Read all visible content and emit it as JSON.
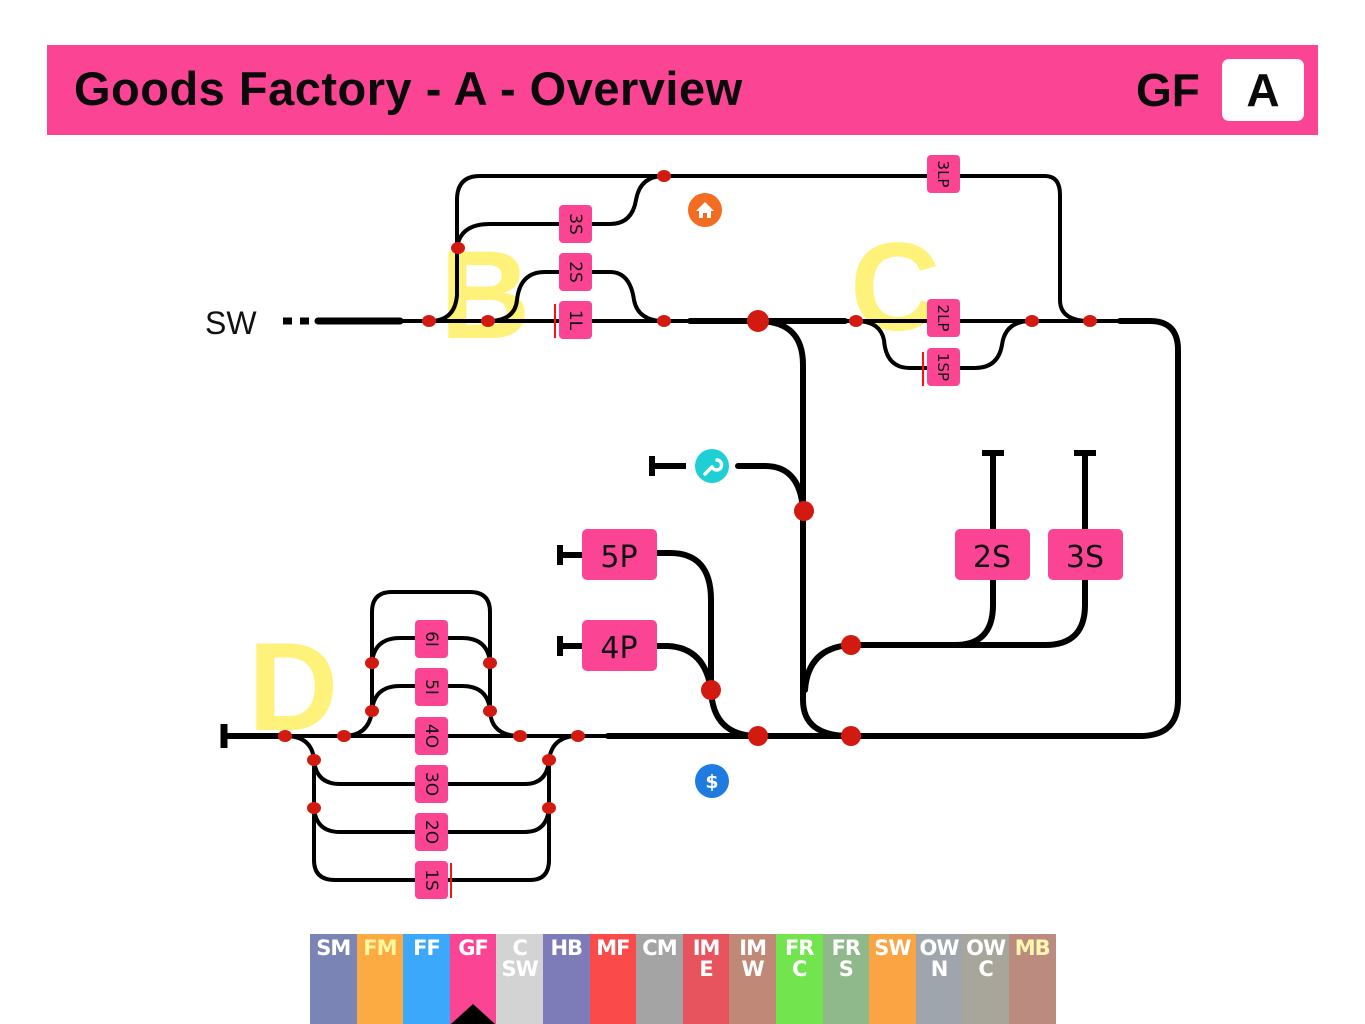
{
  "header": {
    "title": "Goods Factory - A - Overview",
    "code": "GF",
    "section": "A",
    "color": "#fc4494"
  },
  "diagram": {
    "area_labels": [
      "B",
      "C",
      "D"
    ],
    "area_label_color": "#fff27a",
    "external_link": "SW",
    "track_labels_vertical": [
      "3S",
      "2S",
      "1L",
      "3LP",
      "2LP",
      "1SP",
      "6I",
      "5I",
      "4O",
      "3O",
      "2O",
      "1S"
    ],
    "track_labels_horizontal": [
      "5P",
      "4P",
      "2S",
      "3S"
    ],
    "icons": {
      "home": {
        "name": "home-icon",
        "color": "#f26c22"
      },
      "wrench": {
        "name": "wrench-icon",
        "color": "#1fcfd6"
      },
      "dollar": {
        "name": "dollar-icon",
        "color": "#1f7be0"
      }
    },
    "track_color": "#000000",
    "node_color": "#d21a10",
    "label_color": "#fc4494"
  },
  "nav": {
    "tabs": [
      {
        "label": [
          "SM"
        ],
        "color": "#7b85b5",
        "text_color": "#ffffff"
      },
      {
        "label": [
          "FM"
        ],
        "color": "#fbab42",
        "text_color": "#fff7a0"
      },
      {
        "label": [
          "FF"
        ],
        "color": "#3ba8fb",
        "text_color": "#ffffff"
      },
      {
        "label": [
          "GF"
        ],
        "color": "#fc4494",
        "text_color": "#ffffff",
        "active": true
      },
      {
        "label": [
          "C",
          "SW"
        ],
        "color": "#d3d3d3",
        "text_color": "#ffffff"
      },
      {
        "label": [
          "HB"
        ],
        "color": "#7e7cb8",
        "text_color": "#ffffff"
      },
      {
        "label": [
          "MF"
        ],
        "color": "#fb4a4a",
        "text_color": "#ffffff"
      },
      {
        "label": [
          "CM"
        ],
        "color": "#a4a4a4",
        "text_color": "#ffffff"
      },
      {
        "label": [
          "IM",
          "E"
        ],
        "color": "#e7545e",
        "text_color": "#ffffff"
      },
      {
        "label": [
          "IM",
          "W"
        ],
        "color": "#bf8877",
        "text_color": "#ffffff"
      },
      {
        "label": [
          "FR",
          "C"
        ],
        "color": "#72e54e",
        "text_color": "#ffffff"
      },
      {
        "label": [
          "FR",
          "S"
        ],
        "color": "#8fb98a",
        "text_color": "#ffffff"
      },
      {
        "label": [
          "SW"
        ],
        "color": "#fba444",
        "text_color": "#ffffff"
      },
      {
        "label": [
          "OW",
          "N"
        ],
        "color": "#9ea5ac",
        "text_color": "#ffffff"
      },
      {
        "label": [
          "OW",
          "C"
        ],
        "color": "#a8a59b",
        "text_color": "#ffffff"
      },
      {
        "label": [
          "MB"
        ],
        "color": "#bb8b80",
        "text_color": "#fff7b0"
      }
    ]
  }
}
